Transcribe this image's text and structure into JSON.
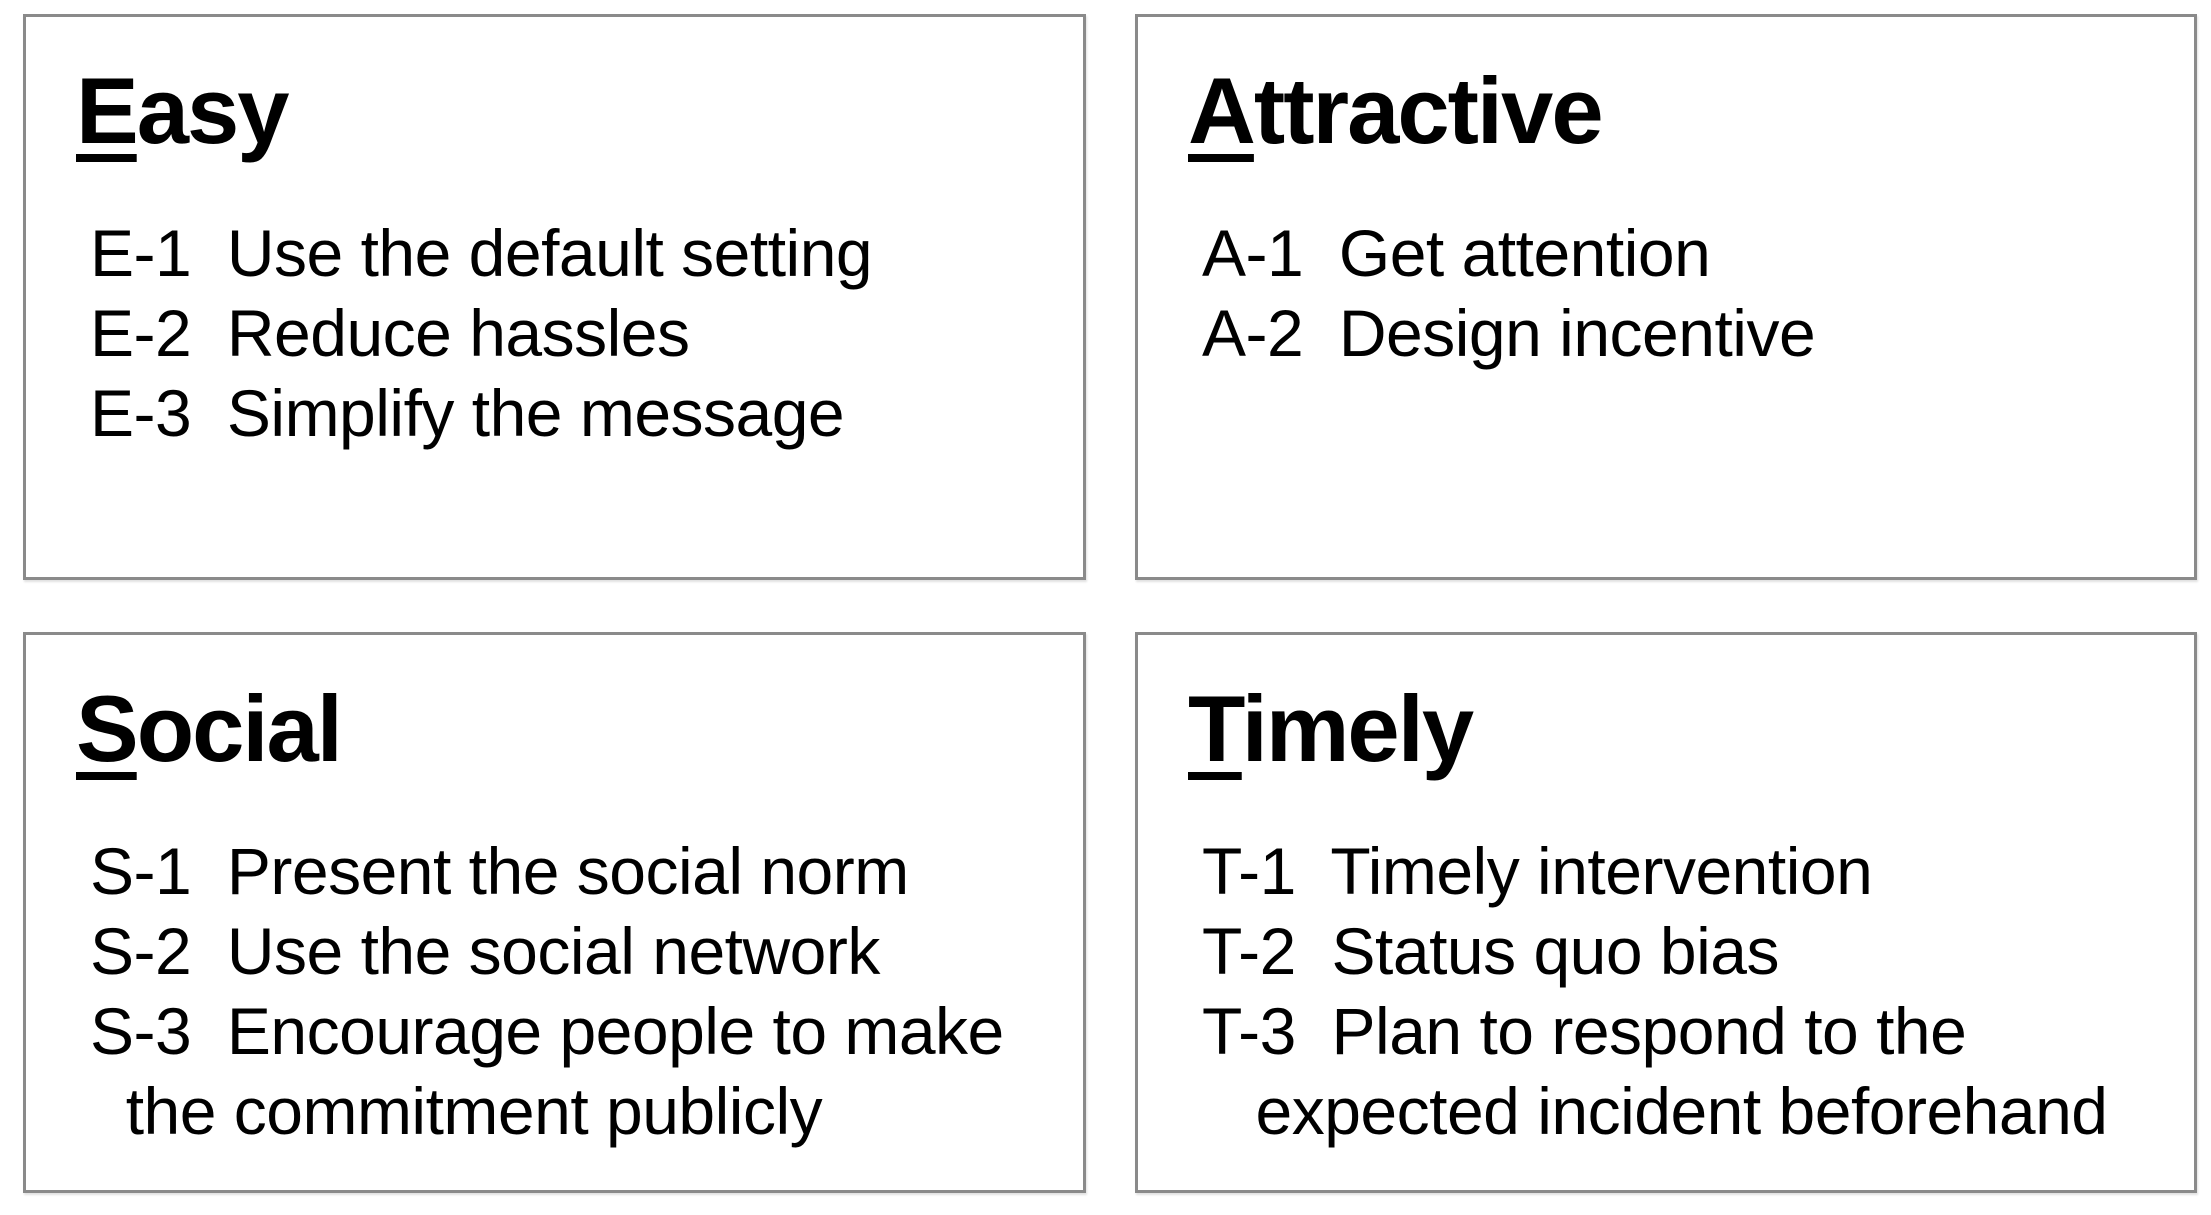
{
  "page": {
    "background_color": "#ffffff",
    "box_border_color": "#8a8a8a",
    "text_color": "#000000",
    "framework_letters": [
      "E",
      "A",
      "S",
      "T"
    ]
  },
  "cards": [
    {
      "id": "easy",
      "title": {
        "initial": "E",
        "rest": "asy"
      },
      "items": [
        "E-1  Use the default setting",
        "E-2  Reduce hassles",
        "E-3  Simplify the message"
      ]
    },
    {
      "id": "attractive",
      "title": {
        "initial": "A",
        "rest": "ttractive"
      },
      "items": [
        "A-1  Get attention",
        "A-2  Design incentive"
      ]
    },
    {
      "id": "social",
      "title": {
        "initial": "S",
        "rest": "ocial"
      },
      "items": [
        "S-1  Present the social norm",
        "S-2  Use the social network",
        "S-3  Encourage people to make\n  the commitment publicly"
      ]
    },
    {
      "id": "timely",
      "title": {
        "initial": "T",
        "rest": "imely"
      },
      "items": [
        "T-1  Timely intervention",
        "T-2  Status quo bias",
        "T-3  Plan to respond to the\n   expected incident beforehand"
      ]
    }
  ]
}
